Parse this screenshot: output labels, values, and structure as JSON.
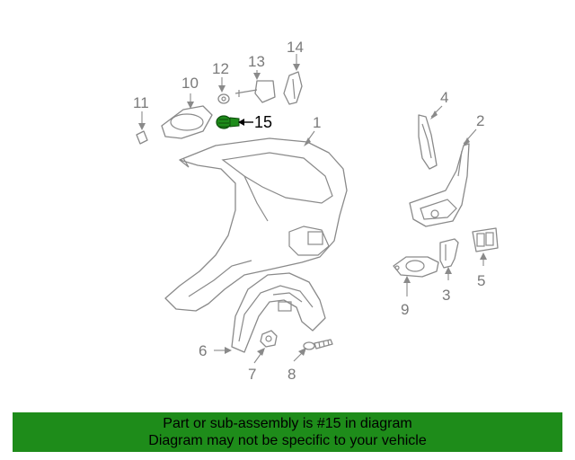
{
  "callouts": {
    "c1": "1",
    "c2": "2",
    "c3": "3",
    "c4": "4",
    "c5": "5",
    "c6": "6",
    "c7": "7",
    "c8": "8",
    "c9": "9",
    "c10": "10",
    "c11": "11",
    "c12": "12",
    "c13": "13",
    "c14": "14",
    "c15": "15"
  },
  "highlight_color": "#1e8c1a",
  "banner": {
    "line1": "Part or sub-assembly is #15 in diagram",
    "line2": "Diagram may not be specific to your vehicle"
  }
}
